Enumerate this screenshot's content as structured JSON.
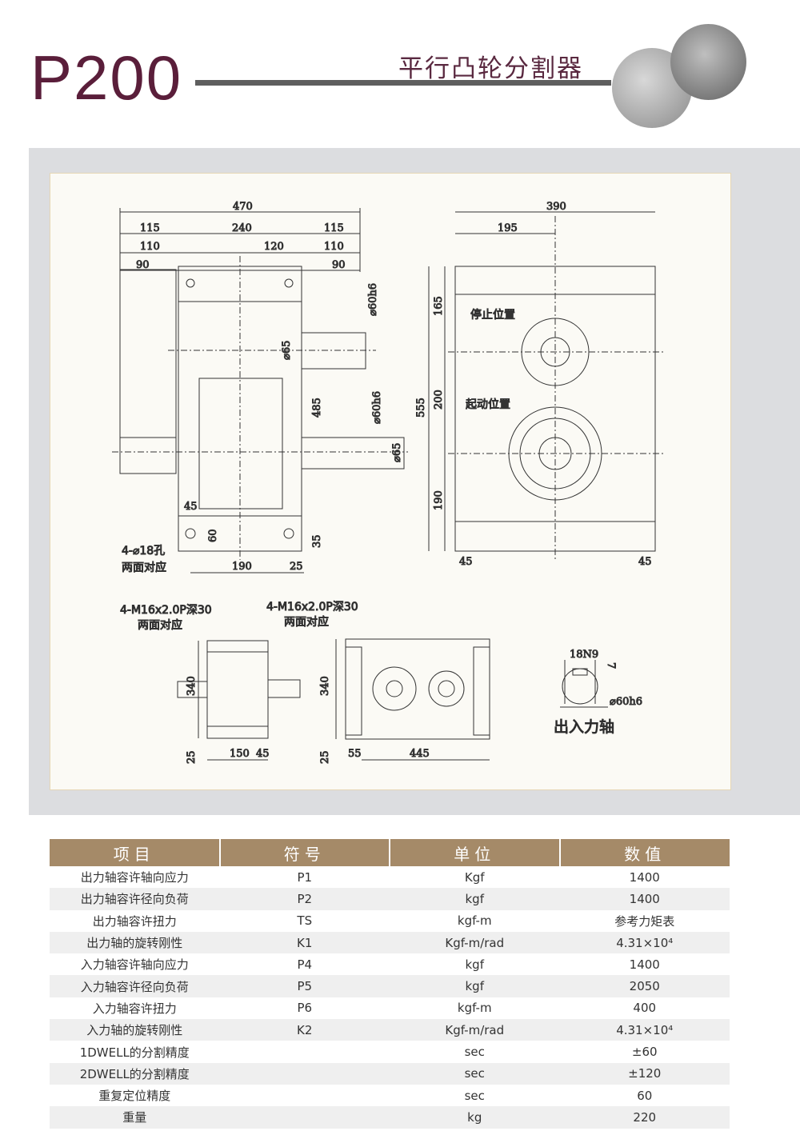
{
  "header": {
    "model": "P200",
    "product_name": "平行凸轮分割器"
  },
  "drawing": {
    "front": {
      "d470": "470",
      "d115a": "115",
      "d240": "240",
      "d115b": "115",
      "d110a": "110",
      "d120": "120",
      "d110b": "110",
      "d90a": "90",
      "d90b": "90",
      "d60h6a": "⌀60h6",
      "d65a": "⌀65",
      "d485": "485",
      "d60h6b": "⌀60h6",
      "d65b": "⌀65",
      "d45": "45",
      "d60": "60",
      "d35": "35",
      "d190": "190",
      "d25": "25",
      "hole_note": "4-⌀18孔",
      "both_sides": "两面对应"
    },
    "side": {
      "d390": "390",
      "d195": "195",
      "d165": "165",
      "d200": "200",
      "d190": "190",
      "d555": "555",
      "d45a": "45",
      "d45b": "45",
      "stop_pos": "停止位置",
      "start_pos": "起动位置"
    },
    "bottom_left": {
      "note": "4-M16x2.0P深30",
      "both_sides": "两面对应",
      "d340": "340",
      "d25": "25",
      "d150": "150",
      "d45": "45"
    },
    "bottom_mid": {
      "note": "4-M16x2.0P深30",
      "both_sides": "两面对应",
      "d340": "340",
      "d25": "25",
      "d55": "55",
      "d445": "445"
    },
    "shaft": {
      "key": "18N9",
      "depth": "7",
      "dia": "⌀60h6",
      "label": "出入力轴"
    }
  },
  "spec_table": {
    "headers": [
      "项目",
      "符号",
      "单位",
      "数值"
    ],
    "rows": [
      [
        "出力轴容许轴向应力",
        "P1",
        "Kgf",
        "1400"
      ],
      [
        "出力轴容许径向负荷",
        "P2",
        "kgf",
        "1400"
      ],
      [
        "出力轴容许扭力",
        "TS",
        "kgf-m",
        "参考力矩表"
      ],
      [
        "出力轴的旋转刚性",
        "K1",
        "Kgf-m/rad",
        "4.31×10⁴"
      ],
      [
        "入力轴容许轴向应力",
        "P4",
        "kgf",
        "1400"
      ],
      [
        "入力轴容许径向负荷",
        "P5",
        "kgf",
        "2050"
      ],
      [
        "入力轴容许扭力",
        "P6",
        "kgf-m",
        "400"
      ],
      [
        "入力轴的旋转刚性",
        "K2",
        "Kgf-m/rad",
        "4.31×10⁴"
      ],
      [
        "1DWELL的分割精度",
        "",
        "sec",
        "±60"
      ],
      [
        "2DWELL的分割精度",
        "",
        "sec",
        "±120"
      ],
      [
        "重复定位精度",
        "",
        "sec",
        "60"
      ],
      [
        "重量",
        "",
        "kg",
        "220"
      ]
    ]
  }
}
